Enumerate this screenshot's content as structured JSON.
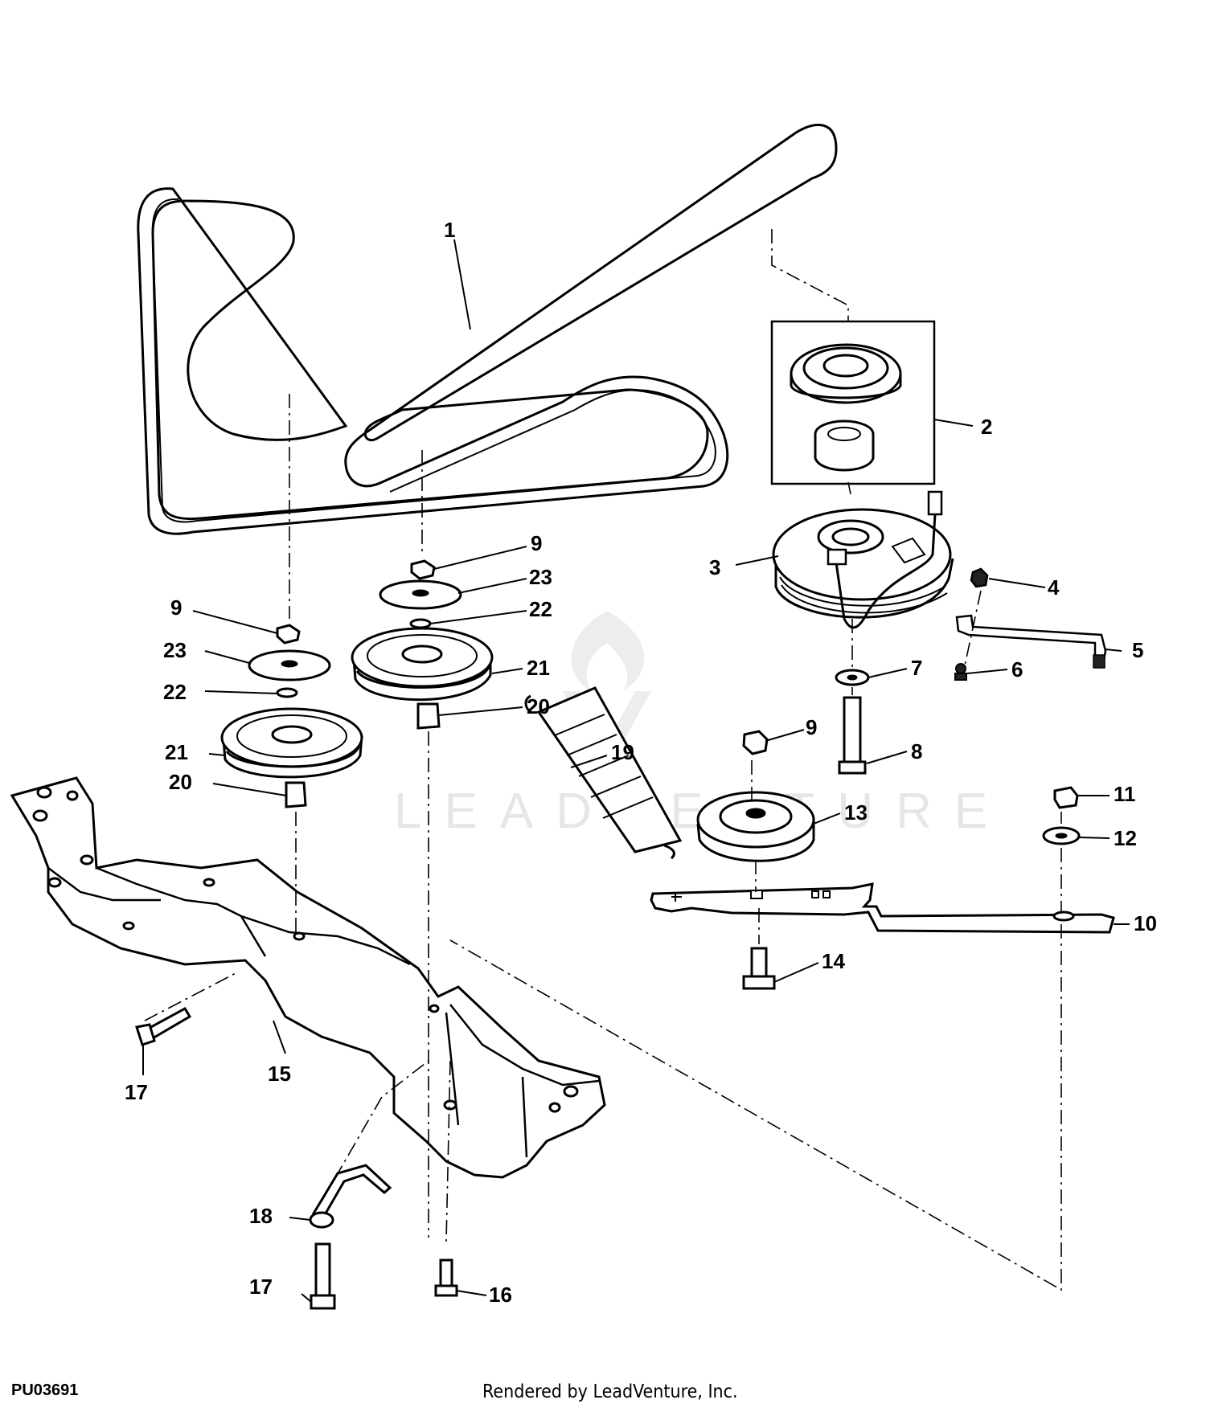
{
  "figure": {
    "code": "PU03691",
    "credit": "Rendered by LeadVenture, Inc."
  },
  "watermark": {
    "text": "LEADVENTURE"
  },
  "callouts": [
    {
      "id": "c1",
      "label": "1"
    },
    {
      "id": "c2",
      "label": "2"
    },
    {
      "id": "c3",
      "label": "3"
    },
    {
      "id": "c4",
      "label": "4"
    },
    {
      "id": "c5",
      "label": "5"
    },
    {
      "id": "c6",
      "label": "6"
    },
    {
      "id": "c7",
      "label": "7"
    },
    {
      "id": "c8",
      "label": "8"
    },
    {
      "id": "c9a",
      "label": "9"
    },
    {
      "id": "c9b",
      "label": "9"
    },
    {
      "id": "c9c",
      "label": "9"
    },
    {
      "id": "c10",
      "label": "10"
    },
    {
      "id": "c11",
      "label": "11"
    },
    {
      "id": "c12",
      "label": "12"
    },
    {
      "id": "c13",
      "label": "13"
    },
    {
      "id": "c14",
      "label": "14"
    },
    {
      "id": "c15",
      "label": "15"
    },
    {
      "id": "c16",
      "label": "16"
    },
    {
      "id": "c17a",
      "label": "17"
    },
    {
      "id": "c17b",
      "label": "17"
    },
    {
      "id": "c18",
      "label": "18"
    },
    {
      "id": "c19",
      "label": "19"
    },
    {
      "id": "c20a",
      "label": "20"
    },
    {
      "id": "c20b",
      "label": "20"
    },
    {
      "id": "c21a",
      "label": "21"
    },
    {
      "id": "c21b",
      "label": "21"
    },
    {
      "id": "c22a",
      "label": "22"
    },
    {
      "id": "c22b",
      "label": "22"
    },
    {
      "id": "c23a",
      "label": "23"
    },
    {
      "id": "c23b",
      "label": "23"
    }
  ]
}
